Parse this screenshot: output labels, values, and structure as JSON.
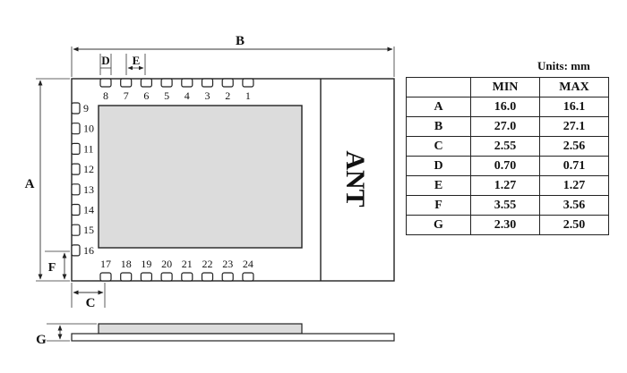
{
  "drawing": {
    "dimension_letters": {
      "A": "A",
      "B": "B",
      "C": "C",
      "D": "D",
      "E": "E",
      "F": "F",
      "G": "G"
    },
    "antenna_label": "ANT",
    "pins_top": [
      "8",
      "7",
      "6",
      "5",
      "4",
      "3",
      "2",
      "1"
    ],
    "pins_left": [
      "9",
      "10",
      "11",
      "12",
      "13",
      "14",
      "15",
      "16"
    ],
    "pins_bottom": [
      "17",
      "18",
      "19",
      "20",
      "21",
      "22",
      "23",
      "24"
    ]
  },
  "table": {
    "units": "Units: mm",
    "headers": [
      "",
      "MIN",
      "MAX"
    ],
    "rows": [
      [
        "A",
        "16.0",
        "16.1"
      ],
      [
        "B",
        "27.0",
        "27.1"
      ],
      [
        "C",
        "2.55",
        "2.56"
      ],
      [
        "D",
        "0.70",
        "0.71"
      ],
      [
        "E",
        "1.27",
        "1.27"
      ],
      [
        "F",
        "3.55",
        "3.56"
      ],
      [
        "G",
        "2.30",
        "2.50"
      ]
    ]
  }
}
